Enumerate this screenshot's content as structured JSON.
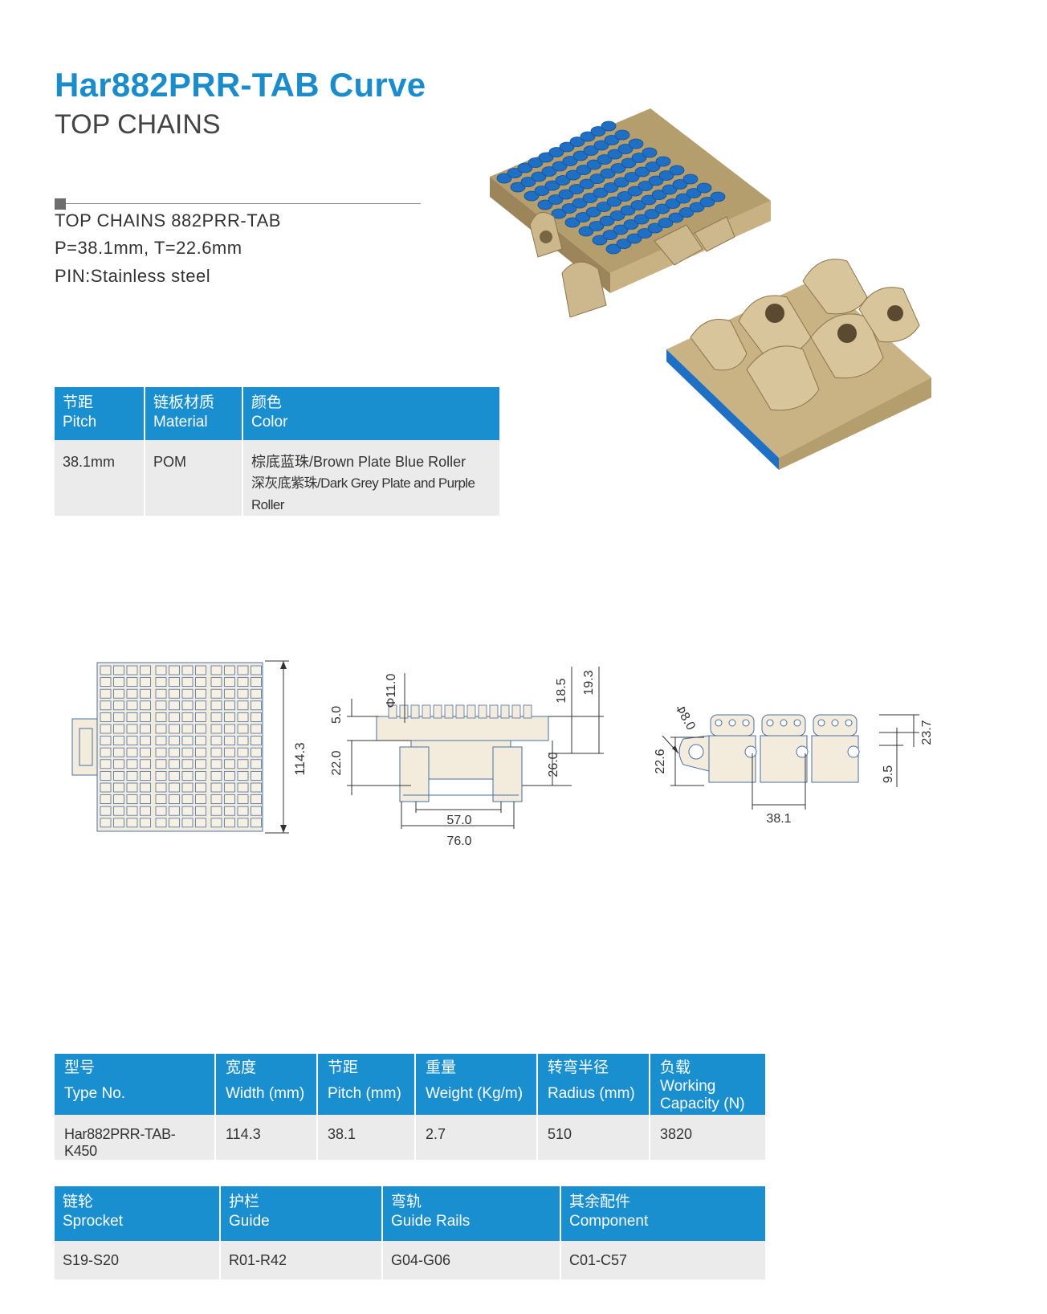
{
  "header": {
    "title": "Har882PRR-TAB Curve",
    "subtitle": "TOP CHAINS"
  },
  "specs": [
    "TOP CHAINS 882PRR-TAB",
    "P=38.1mm, T=22.6mm",
    "PIN:Stainless steel"
  ],
  "material_table": {
    "headers": [
      {
        "zh": "节距",
        "en": "Pitch"
      },
      {
        "zh": "链板材质",
        "en": "Material"
      },
      {
        "zh": "颜色",
        "en": "Color"
      }
    ],
    "row": {
      "pitch": "38.1mm",
      "material": "POM",
      "color_line1": "棕底蓝珠/Brown Plate Blue Roller",
      "color_line2": "深灰底紫珠/Dark Grey Plate and Purple Roller"
    }
  },
  "drawings": {
    "top_view": {
      "width_dim": "114.3"
    },
    "side_view": {
      "roller_dia": "Φ11.0",
      "top_gap": "5.0",
      "height_left": "22.0",
      "dim_18_5": "18.5",
      "dim_19_3": "19.3",
      "dim_26_0": "26.0",
      "inner_width": "57.0",
      "outer_width": "76.0"
    },
    "front_view": {
      "hole_dia": "Φ8.0",
      "height": "22.6",
      "total_height": "23.7",
      "pin_height": "9.5",
      "pitch": "38.1"
    }
  },
  "product_table": {
    "headers": [
      {
        "zh": "型号",
        "en": "Type No."
      },
      {
        "zh": "宽度",
        "en": "Width (mm)"
      },
      {
        "zh": "节距",
        "en": "Pitch (mm)"
      },
      {
        "zh": "重量",
        "en": "Weight (Kg/m)"
      },
      {
        "zh": "转弯半径",
        "en": "Radius (mm)"
      },
      {
        "zh": "负载",
        "en1": "Working",
        "en2": "Capacity (N)"
      }
    ],
    "row": [
      "Har882PRR-TAB-K450",
      "114.3",
      "38.1",
      "2.7",
      "510",
      "3820"
    ]
  },
  "accessory_table": {
    "headers": [
      {
        "zh": "链轮",
        "en": "Sprocket"
      },
      {
        "zh": "护栏",
        "en": "Guide"
      },
      {
        "zh": "弯轨",
        "en": "Guide Rails"
      },
      {
        "zh": "其余配件",
        "en": "Component"
      }
    ],
    "row": [
      "S19-S20",
      "R01-R42",
      "G04-G06",
      "C01-C57"
    ]
  },
  "colors": {
    "brand_blue": "#1a8bcb",
    "header_blue": "#1a8fd0",
    "cell_grey": "#ebebeb",
    "plate_tan": "#cdb88e",
    "roller_blue": "#1f6fc4",
    "drawing_fill": "#f3ecdd",
    "drawing_line": "#4a6fa5"
  }
}
